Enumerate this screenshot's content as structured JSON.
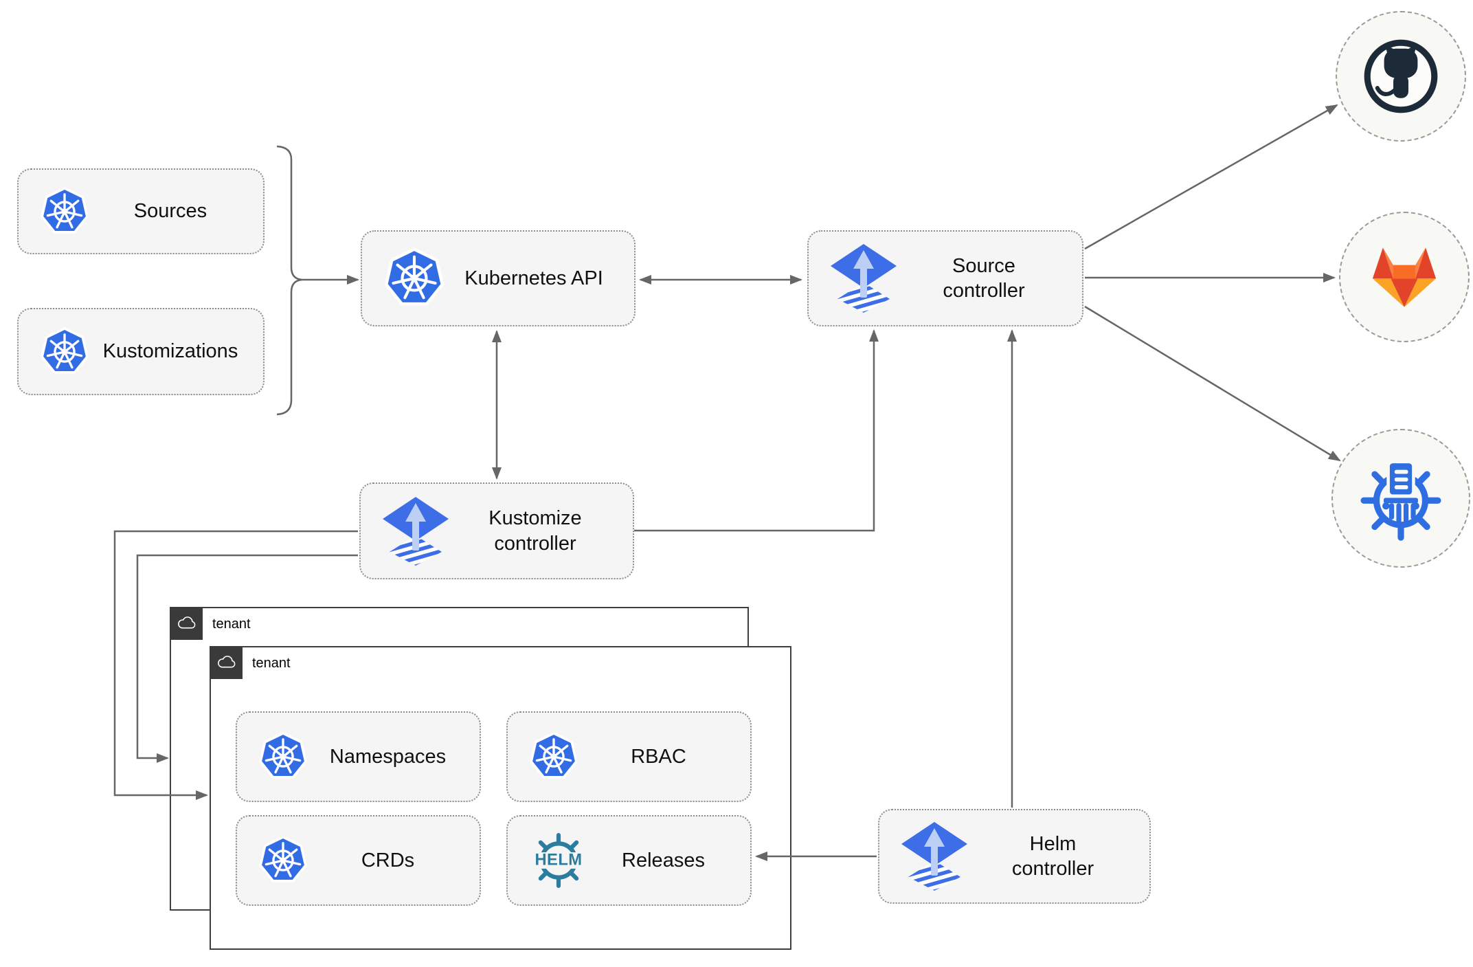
{
  "diagram": {
    "nodes": {
      "sources": {
        "label": "Sources",
        "icon": "kubernetes-icon"
      },
      "kustomizations": {
        "label": "Kustomizations",
        "icon": "kubernetes-icon"
      },
      "kubernetes_api": {
        "label": "Kubernetes API",
        "icon": "kubernetes-icon"
      },
      "source_controller": {
        "label": "Source\ncontroller",
        "icon": "flux-icon"
      },
      "kustomize_controller": {
        "label": "Kustomize\ncontroller",
        "icon": "flux-icon"
      },
      "helm_controller": {
        "label": "Helm\ncontroller",
        "icon": "flux-icon"
      },
      "namespaces": {
        "label": "Namespaces",
        "icon": "kubernetes-icon"
      },
      "rbac": {
        "label": "RBAC",
        "icon": "kubernetes-icon"
      },
      "crds": {
        "label": "CRDs",
        "icon": "kubernetes-icon"
      },
      "releases": {
        "label": "Releases",
        "icon": "helm-wheel-icon"
      }
    },
    "groups": [
      {
        "label": "tenant",
        "icon": "cloud-icon"
      },
      {
        "label": "tenant",
        "icon": "cloud-icon"
      }
    ],
    "endpoints": [
      {
        "name": "github",
        "icon": "github-icon"
      },
      {
        "name": "gitlab",
        "icon": "gitlab-icon"
      },
      {
        "name": "container-registry",
        "icon": "registry-icon"
      }
    ],
    "edges": [
      {
        "from": "sources/kustomizations",
        "to": "kubernetes-api",
        "type": "arrow"
      },
      {
        "from": "kubernetes-api",
        "to": "source-controller",
        "type": "double-arrow"
      },
      {
        "from": "kubernetes-api",
        "to": "kustomize-controller",
        "type": "double-arrow"
      },
      {
        "from": "kustomize-controller",
        "to": "source-controller",
        "type": "arrow"
      },
      {
        "from": "kustomize-controller",
        "to": "tenant-front",
        "type": "arrow"
      },
      {
        "from": "kustomize-controller",
        "to": "tenant-back",
        "type": "arrow"
      },
      {
        "from": "helm-controller",
        "to": "source-controller",
        "type": "arrow"
      },
      {
        "from": "helm-controller",
        "to": "releases",
        "type": "arrow"
      },
      {
        "from": "source-controller",
        "to": "github",
        "type": "arrow"
      },
      {
        "from": "source-controller",
        "to": "gitlab",
        "type": "arrow"
      },
      {
        "from": "source-controller",
        "to": "container-registry",
        "type": "arrow"
      }
    ],
    "colors": {
      "kubernetes_blue": "#326ce5",
      "flux_blue": "#3d6de7",
      "flux_arrow_light": "#bcd0f5",
      "helm_teal": "#2b7c9e",
      "registry_blue": "#2f6ee0",
      "github_dark": "#1d2b38",
      "gitlab_red": "#e24329",
      "gitlab_orange": "#fc6d26",
      "gitlab_amber": "#fca326",
      "connector_gray": "#666666",
      "node_fill": "#f5f5f5",
      "tenant_badge_dark": "#3a3a3a"
    }
  }
}
